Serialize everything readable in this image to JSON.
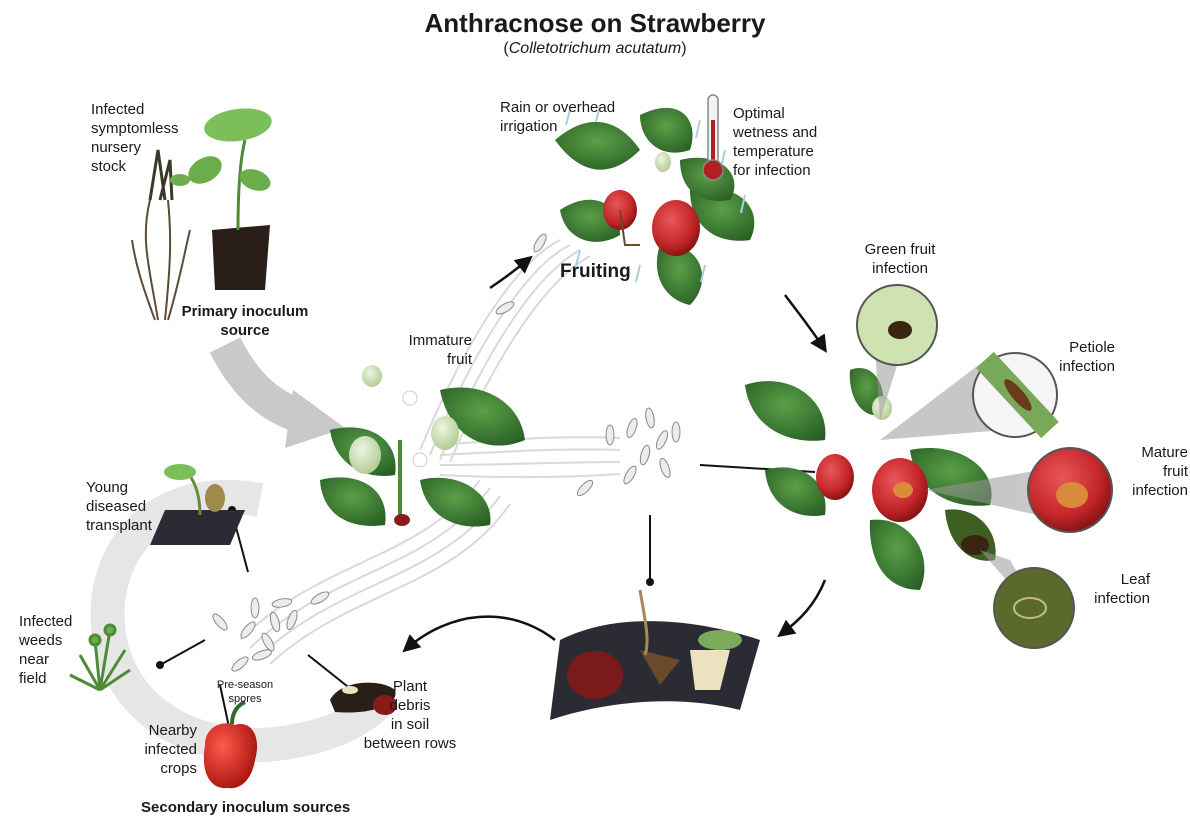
{
  "title": "Anthracnose on Strawberry",
  "subtitle_prefix": "(",
  "subtitle_italic": "Colletotrichum acutatum",
  "subtitle_suffix": ")",
  "labels": {
    "nursery_stock": "Infected\nsymptomless\nnursery\nstock",
    "primary_source": "Primary inoculum\nsource",
    "rain": "Rain or overhead\nirrigation",
    "optimal": "Optimal\nwetness and\ntemperature\nfor infection",
    "fruiting": "Fruiting",
    "immature_fruit": "Immature\nfruit",
    "green_fruit": "Green fruit\ninfection",
    "petiole": "Petiole\ninfection",
    "mature_fruit": "Mature\nfruit\ninfection",
    "leaf": "Leaf\ninfection",
    "young_transplant": "Young\ndiseased\ntransplant",
    "infected_weeds": "Infected\nweeds\nnear\nfield",
    "pre_season": "Pre-season\nspores",
    "nearby_crops": "Nearby\ninfected\ncrops",
    "plant_debris": "Plant\ndebris\nin soil\nbetween rows",
    "secondary_sources": "Secondary inoculum sources"
  },
  "colors": {
    "leaf_dark": "#2f6b2a",
    "leaf_mid": "#3f8a36",
    "leaf_light": "#7fbf5a",
    "berry_red": "#c4262a",
    "berry_green": "#cfe0b8",
    "lesion": "#4a2a14",
    "arrow_gray": "#c9c9c9",
    "cycle_gray": "#e6e6e6",
    "spore": "#e9e9e9",
    "mulch": "#2b2b33",
    "thermo_red": "#b31e22",
    "pepper_red": "#d6241f"
  }
}
